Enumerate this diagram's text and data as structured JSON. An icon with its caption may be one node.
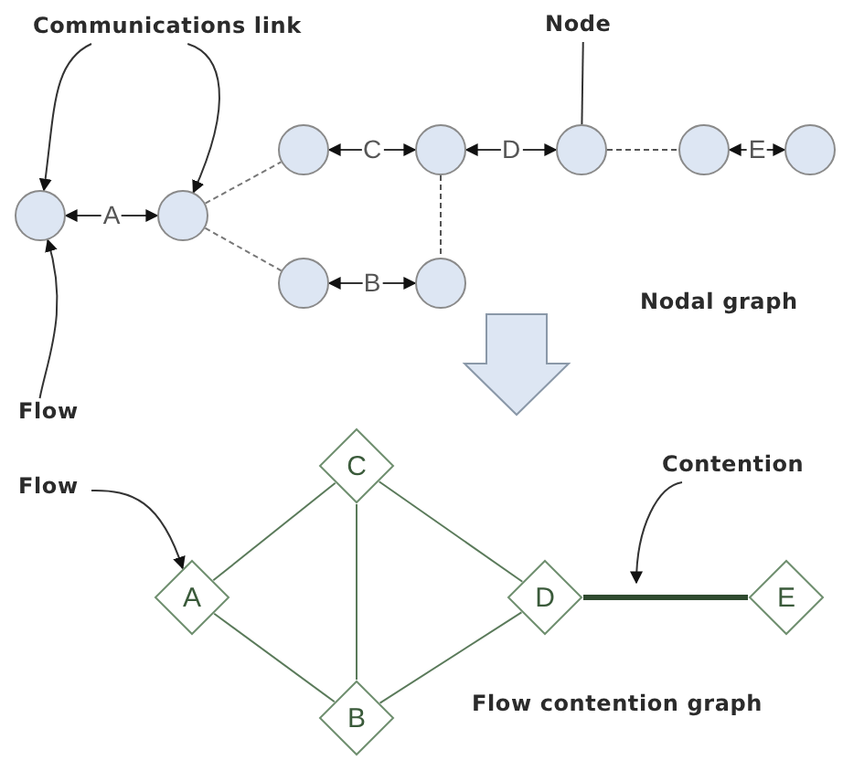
{
  "diagram": {
    "nodes": [
      {
        "text": [
          "Communications link"
        ]
      },
      {
        "text": [
          "Node"
        ]
      },
      {
        "text": [],
        "shape": "circle"
      },
      {
        "text": [],
        "shape": "circle"
      },
      {
        "text": [],
        "shape": "circle"
      },
      {
        "text": [],
        "shape": "circle"
      },
      {
        "text": [],
        "shape": "circle"
      },
      {
        "text": [],
        "shape": "circle"
      },
      {
        "text": [],
        "shape": "circle"
      },
      {
        "text": [],
        "shape": "circle"
      },
      {
        "text": [],
        "shape": "circle"
      },
      {
        "text": [
          "Flow"
        ]
      },
      {
        "text": [
          "C"
        ]
      },
      {
        "text": [
          "Flow"
        ]
      },
      {
        "text": [
          "Contention"
        ]
      },
      {
        "text": [
          "A"
        ]
      },
      {
        "text": [
          "D"
        ]
      },
      {
        "text": [
          "E"
        ]
      },
      {
        "text": [
          "B"
        ]
      }
    ],
    "edges": [
      {
        "from": 0,
        "to": 2,
        "arrow": "to"
      },
      {
        "from": 0,
        "to": 3,
        "arrow": "to"
      },
      {
        "from": 1,
        "to": 6,
        "arrow": "none"
      },
      {
        "from": 2,
        "to": 3,
        "arrow": "both",
        "label": "A"
      },
      {
        "from": 4,
        "to": 5,
        "arrow": "both",
        "label": "C"
      },
      {
        "from": 5,
        "to": 6,
        "arrow": "both",
        "label": "D"
      },
      {
        "from": 7,
        "to": 8,
        "arrow": "both",
        "label": "E"
      },
      {
        "from": 9,
        "to": 10,
        "arrow": "both",
        "label": "B"
      },
      {
        "from": 3,
        "to": 4,
        "arrow": "none",
        "style": "dashed",
        "color": "#777777"
      },
      {
        "from": 3,
        "to": 9,
        "arrow": "none",
        "style": "dashed",
        "color": "#777777"
      },
      {
        "from": 5,
        "to": 10,
        "arrow": "none",
        "style": "dashed",
        "color": "#555555"
      },
      {
        "from": 6,
        "to": 7,
        "arrow": "none",
        "style": "dashed",
        "color": "#555555"
      },
      {
        "from": 11,
        "to": 2,
        "arrow": "to"
      },
      {
        "from": 13,
        "to": 15,
        "arrow": "to"
      },
      {
        "from": 14,
        "to": null,
        "arrow": "to"
      },
      {
        "from": 15,
        "to": 12,
        "arrow": "none",
        "color": "#5a7a5a"
      },
      {
        "from": 15,
        "to": 18,
        "arrow": "none",
        "color": "#5a7a5a"
      },
      {
        "from": 12,
        "to": 18,
        "arrow": "none",
        "color": "#5a7a5a"
      },
      {
        "from": 12,
        "to": 16,
        "arrow": "none",
        "color": "#5a7a5a"
      },
      {
        "from": 18,
        "to": 16,
        "arrow": "none",
        "color": "#5a7a5a"
      },
      {
        "from": 16,
        "to": 17,
        "arrow": "none",
        "style": "thick",
        "color": "#2f4a2f"
      }
    ],
    "labels": [
      "Nodal graph",
      "Flow contention graph"
    ]
  }
}
